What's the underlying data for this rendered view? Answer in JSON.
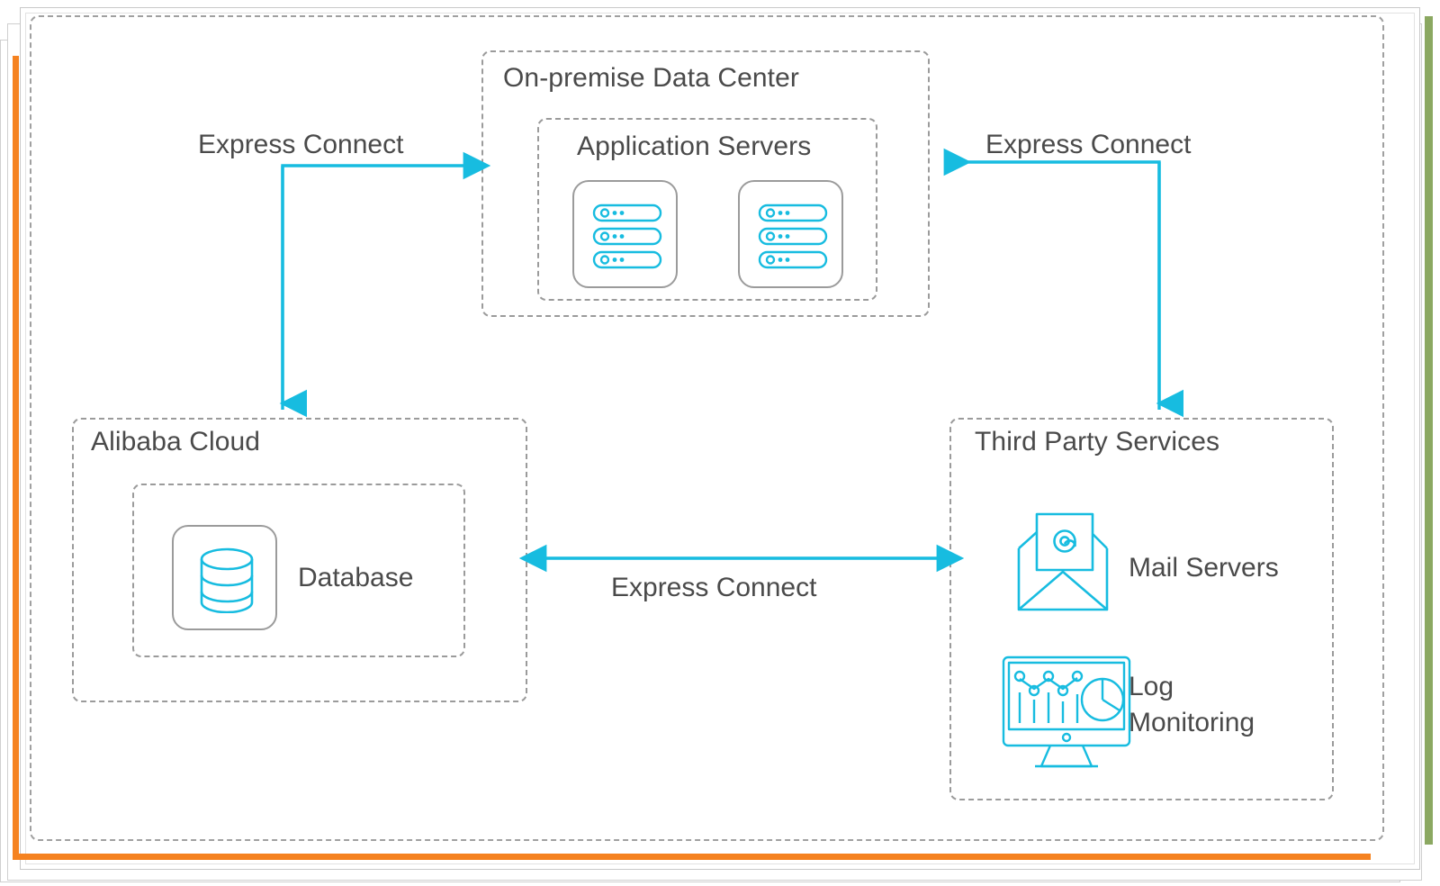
{
  "diagram": {
    "accent_colors": {
      "orange": "#f58220",
      "green": "#8ba861",
      "cyan": "#17bce0",
      "text_gray": "#4a4a4a",
      "border_gray": "#9b9b9b"
    },
    "groups": {
      "on_premise": {
        "title": "On-premise Data Center",
        "inner": {
          "title": "Application Servers",
          "nodes": [
            {
              "icon": "server-rack-icon",
              "label": ""
            },
            {
              "icon": "server-rack-icon",
              "label": ""
            }
          ]
        }
      },
      "alibaba_cloud": {
        "title": "Alibaba Cloud",
        "nodes": [
          {
            "icon": "database-icon",
            "label": "Database"
          }
        ]
      },
      "third_party": {
        "title": "Third Party Services",
        "nodes": [
          {
            "icon": "mail-envelope-icon",
            "label": "Mail Servers"
          },
          {
            "icon": "log-monitor-icon",
            "label": "Log\nMonitoring"
          }
        ]
      }
    },
    "connections": [
      {
        "id": "alibaba-to-onprem",
        "label": "Express Connect",
        "from": "Alibaba Cloud",
        "to": "On-premise Data Center",
        "direction": "one-way"
      },
      {
        "id": "thirdparty-to-onprem",
        "label": "Express Connect",
        "from": "Third Party Services",
        "to": "On-premise Data Center",
        "direction": "one-way"
      },
      {
        "id": "alibaba-to-thirdparty",
        "label": "Express Connect",
        "from": "Alibaba Cloud",
        "to": "Third Party Services",
        "direction": "two-way"
      }
    ]
  }
}
